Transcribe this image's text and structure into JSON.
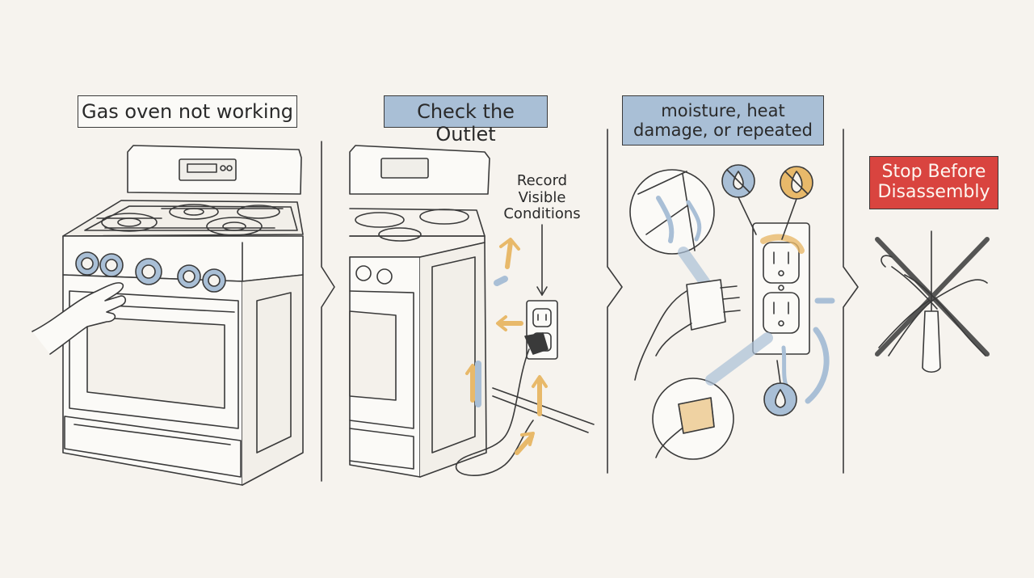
{
  "panels": [
    {
      "id": "step1",
      "title": "Gas oven not working"
    },
    {
      "id": "step2",
      "title": "Check the Outlet",
      "note": "Record Visible Conditions"
    },
    {
      "id": "step3",
      "title": "moisture, heat damage, or repeated"
    },
    {
      "id": "step4",
      "title": "Stop Before Disassembly"
    }
  ],
  "icons": [
    "oven-icon",
    "hand-icon",
    "outlet-icon",
    "plug-icon",
    "arrow-icon",
    "no-water-icon",
    "no-fire-icon",
    "water-drop-icon",
    "magnifier-icon",
    "screwdriver-icon",
    "pliers-icon",
    "cross-out-icon"
  ],
  "colors": {
    "background": "#f6f3ee",
    "accent_blue": "#a9bfd6",
    "accent_orange": "#e8b96a",
    "stop_red": "#d9443f",
    "ink": "#3a3a3a"
  }
}
